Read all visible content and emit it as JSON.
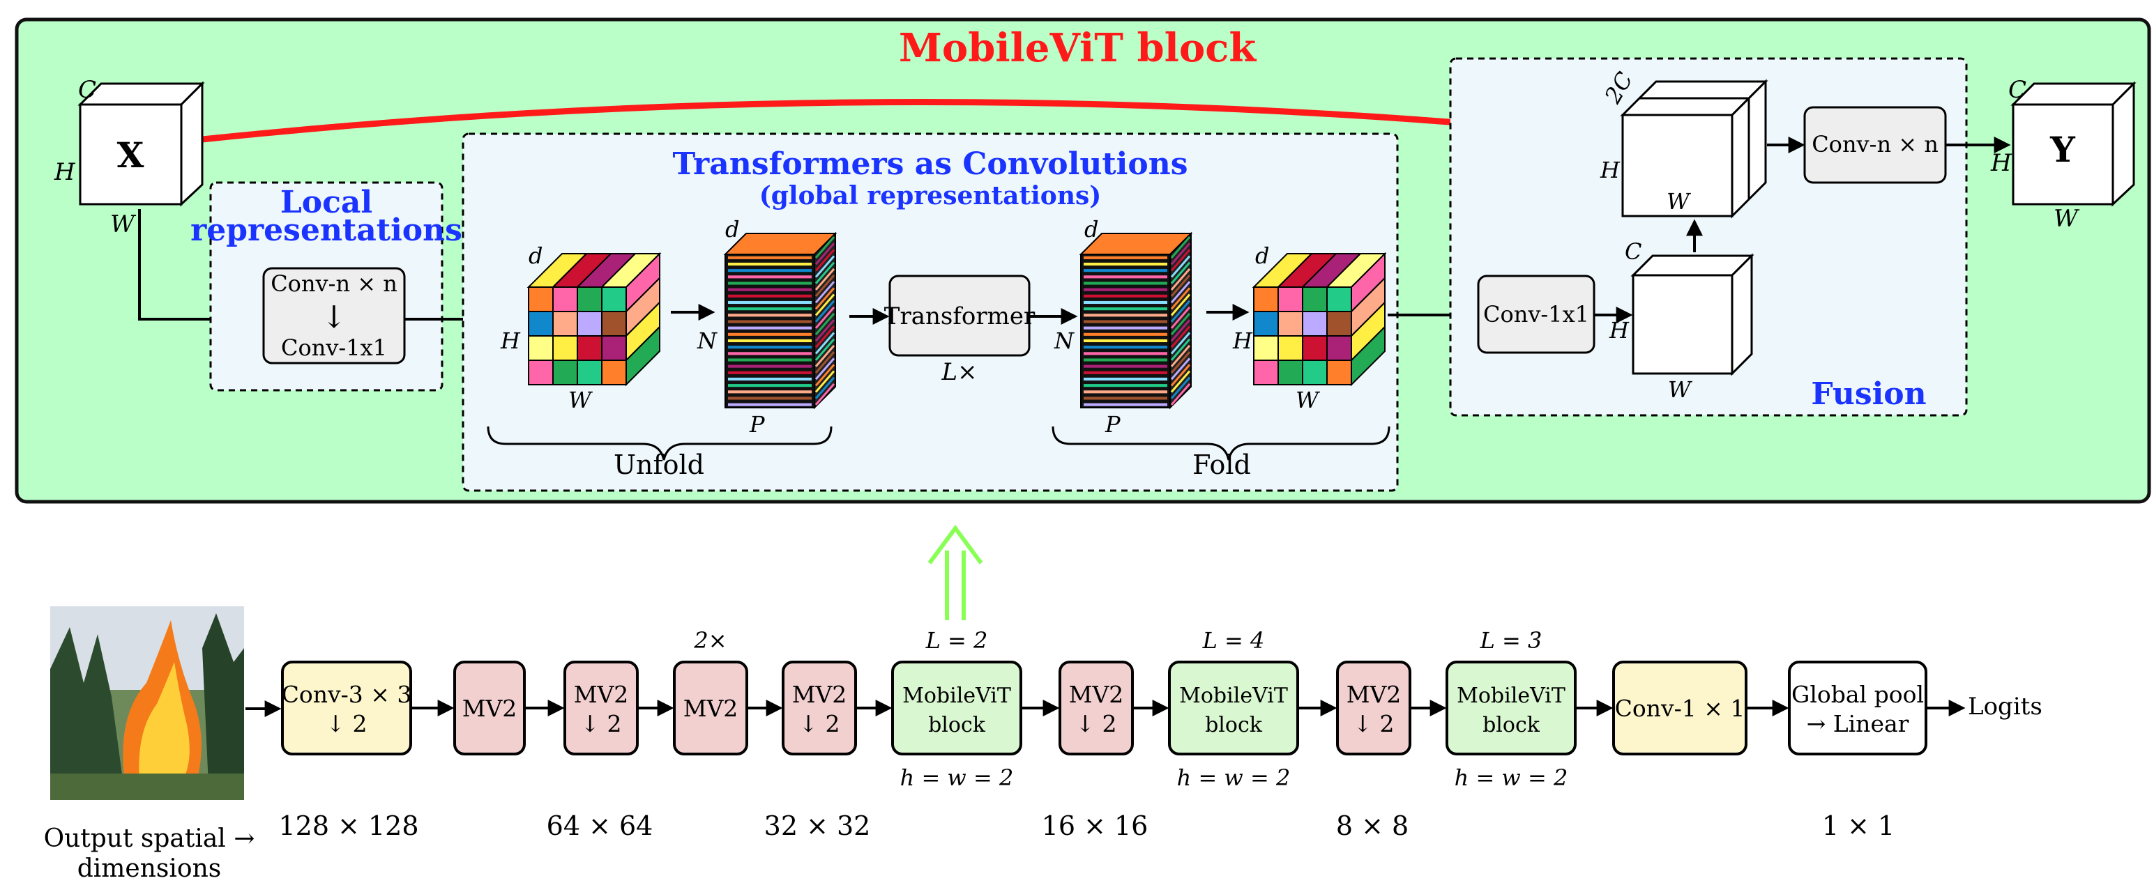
{
  "mobilevit_block": {
    "title": "MobileViT block",
    "input": {
      "label": "X",
      "dim_c": "C",
      "dim_h": "H",
      "dim_w": "W"
    },
    "output": {
      "label": "Y",
      "dim_c": "C",
      "dim_h": "H",
      "dim_w": "W"
    },
    "local": {
      "title_line1": "Local",
      "title_line2": "representations",
      "conv_top": "Conv-n × n",
      "arrow": "↓",
      "conv_bottom": "Conv-1x1"
    },
    "global": {
      "title": "Transformers as Convolutions",
      "subtitle": "(global representations)",
      "cube_left": {
        "d": "d",
        "h": "H",
        "w": "W"
      },
      "stack_left": {
        "d": "d",
        "n": "N",
        "p": "P"
      },
      "transformer": "Transformer",
      "repeat": "L×",
      "stack_right": {
        "d": "d",
        "n": "N",
        "p": "P"
      },
      "cube_right": {
        "d": "d",
        "h": "H",
        "w": "W"
      },
      "unfold": "Unfold",
      "fold": "Fold"
    },
    "fusion": {
      "title": "Fusion",
      "conv1x1": "Conv-1x1",
      "small_cube": {
        "c": "C",
        "h": "H",
        "w": "W"
      },
      "concat_cube": {
        "c": "2C",
        "h": "H",
        "w": "W"
      },
      "conv_nxn": "Conv-n × n"
    }
  },
  "pipeline": {
    "stages": [
      {
        "id": "conv3",
        "line1": "Conv-3 × 3",
        "line2": "↓ 2",
        "top": "",
        "bottom": "",
        "kind": "conv"
      },
      {
        "id": "mv2a",
        "line1": "MV2",
        "line2": "",
        "top": "",
        "bottom": "",
        "kind": "mv2"
      },
      {
        "id": "mv2b",
        "line1": "MV2",
        "line2": "↓ 2",
        "top": "",
        "bottom": "",
        "kind": "mv2"
      },
      {
        "id": "mv2c",
        "line1": "MV2",
        "line2": "",
        "top": "2×",
        "bottom": "",
        "kind": "mv2"
      },
      {
        "id": "mv2d",
        "line1": "MV2",
        "line2": "↓ 2",
        "top": "",
        "bottom": "",
        "kind": "mv2"
      },
      {
        "id": "mvit1",
        "line1": "MobileViT",
        "line2": "block",
        "top": "L = 2",
        "bottom": "h = w = 2",
        "kind": "mvit"
      },
      {
        "id": "mv2e",
        "line1": "MV2",
        "line2": "↓ 2",
        "top": "",
        "bottom": "",
        "kind": "mv2"
      },
      {
        "id": "mvit2",
        "line1": "MobileViT",
        "line2": "block",
        "top": "L = 4",
        "bottom": "h = w = 2",
        "kind": "mvit"
      },
      {
        "id": "mv2f",
        "line1": "MV2",
        "line2": "↓ 2",
        "top": "",
        "bottom": "",
        "kind": "mv2"
      },
      {
        "id": "mvit3",
        "line1": "MobileViT",
        "line2": "block",
        "top": "L = 3",
        "bottom": "h = w = 2",
        "kind": "mvit"
      },
      {
        "id": "conv1",
        "line1": "Conv-1 × 1",
        "line2": "",
        "top": "",
        "bottom": "",
        "kind": "conv"
      },
      {
        "id": "pool",
        "line1": "Global pool",
        "line2": "→ Linear",
        "top": "",
        "bottom": "",
        "kind": "pool"
      }
    ],
    "output_label": "Logits",
    "spatial_caption_line1": "Output spatial →",
    "spatial_caption_line2": "dimensions",
    "spatial_dims": [
      "128 × 128",
      "64 × 64",
      "32 × 32",
      "16 × 16",
      "8 × 8",
      "1 × 1"
    ]
  },
  "colors": {
    "block_bg": "#bbffc8",
    "panel_bg": "#eef7fb",
    "accent_red": "#ff1a1a",
    "accent_blue": "#1a33ff",
    "up_arrow": "#88ff55",
    "conv_fill": "#fdf6cc",
    "mv2_fill": "#f3d0d0",
    "mvit_fill": "#d9f7d0",
    "pool_fill": "#ffffff",
    "module_fill": "#eeeeee"
  }
}
